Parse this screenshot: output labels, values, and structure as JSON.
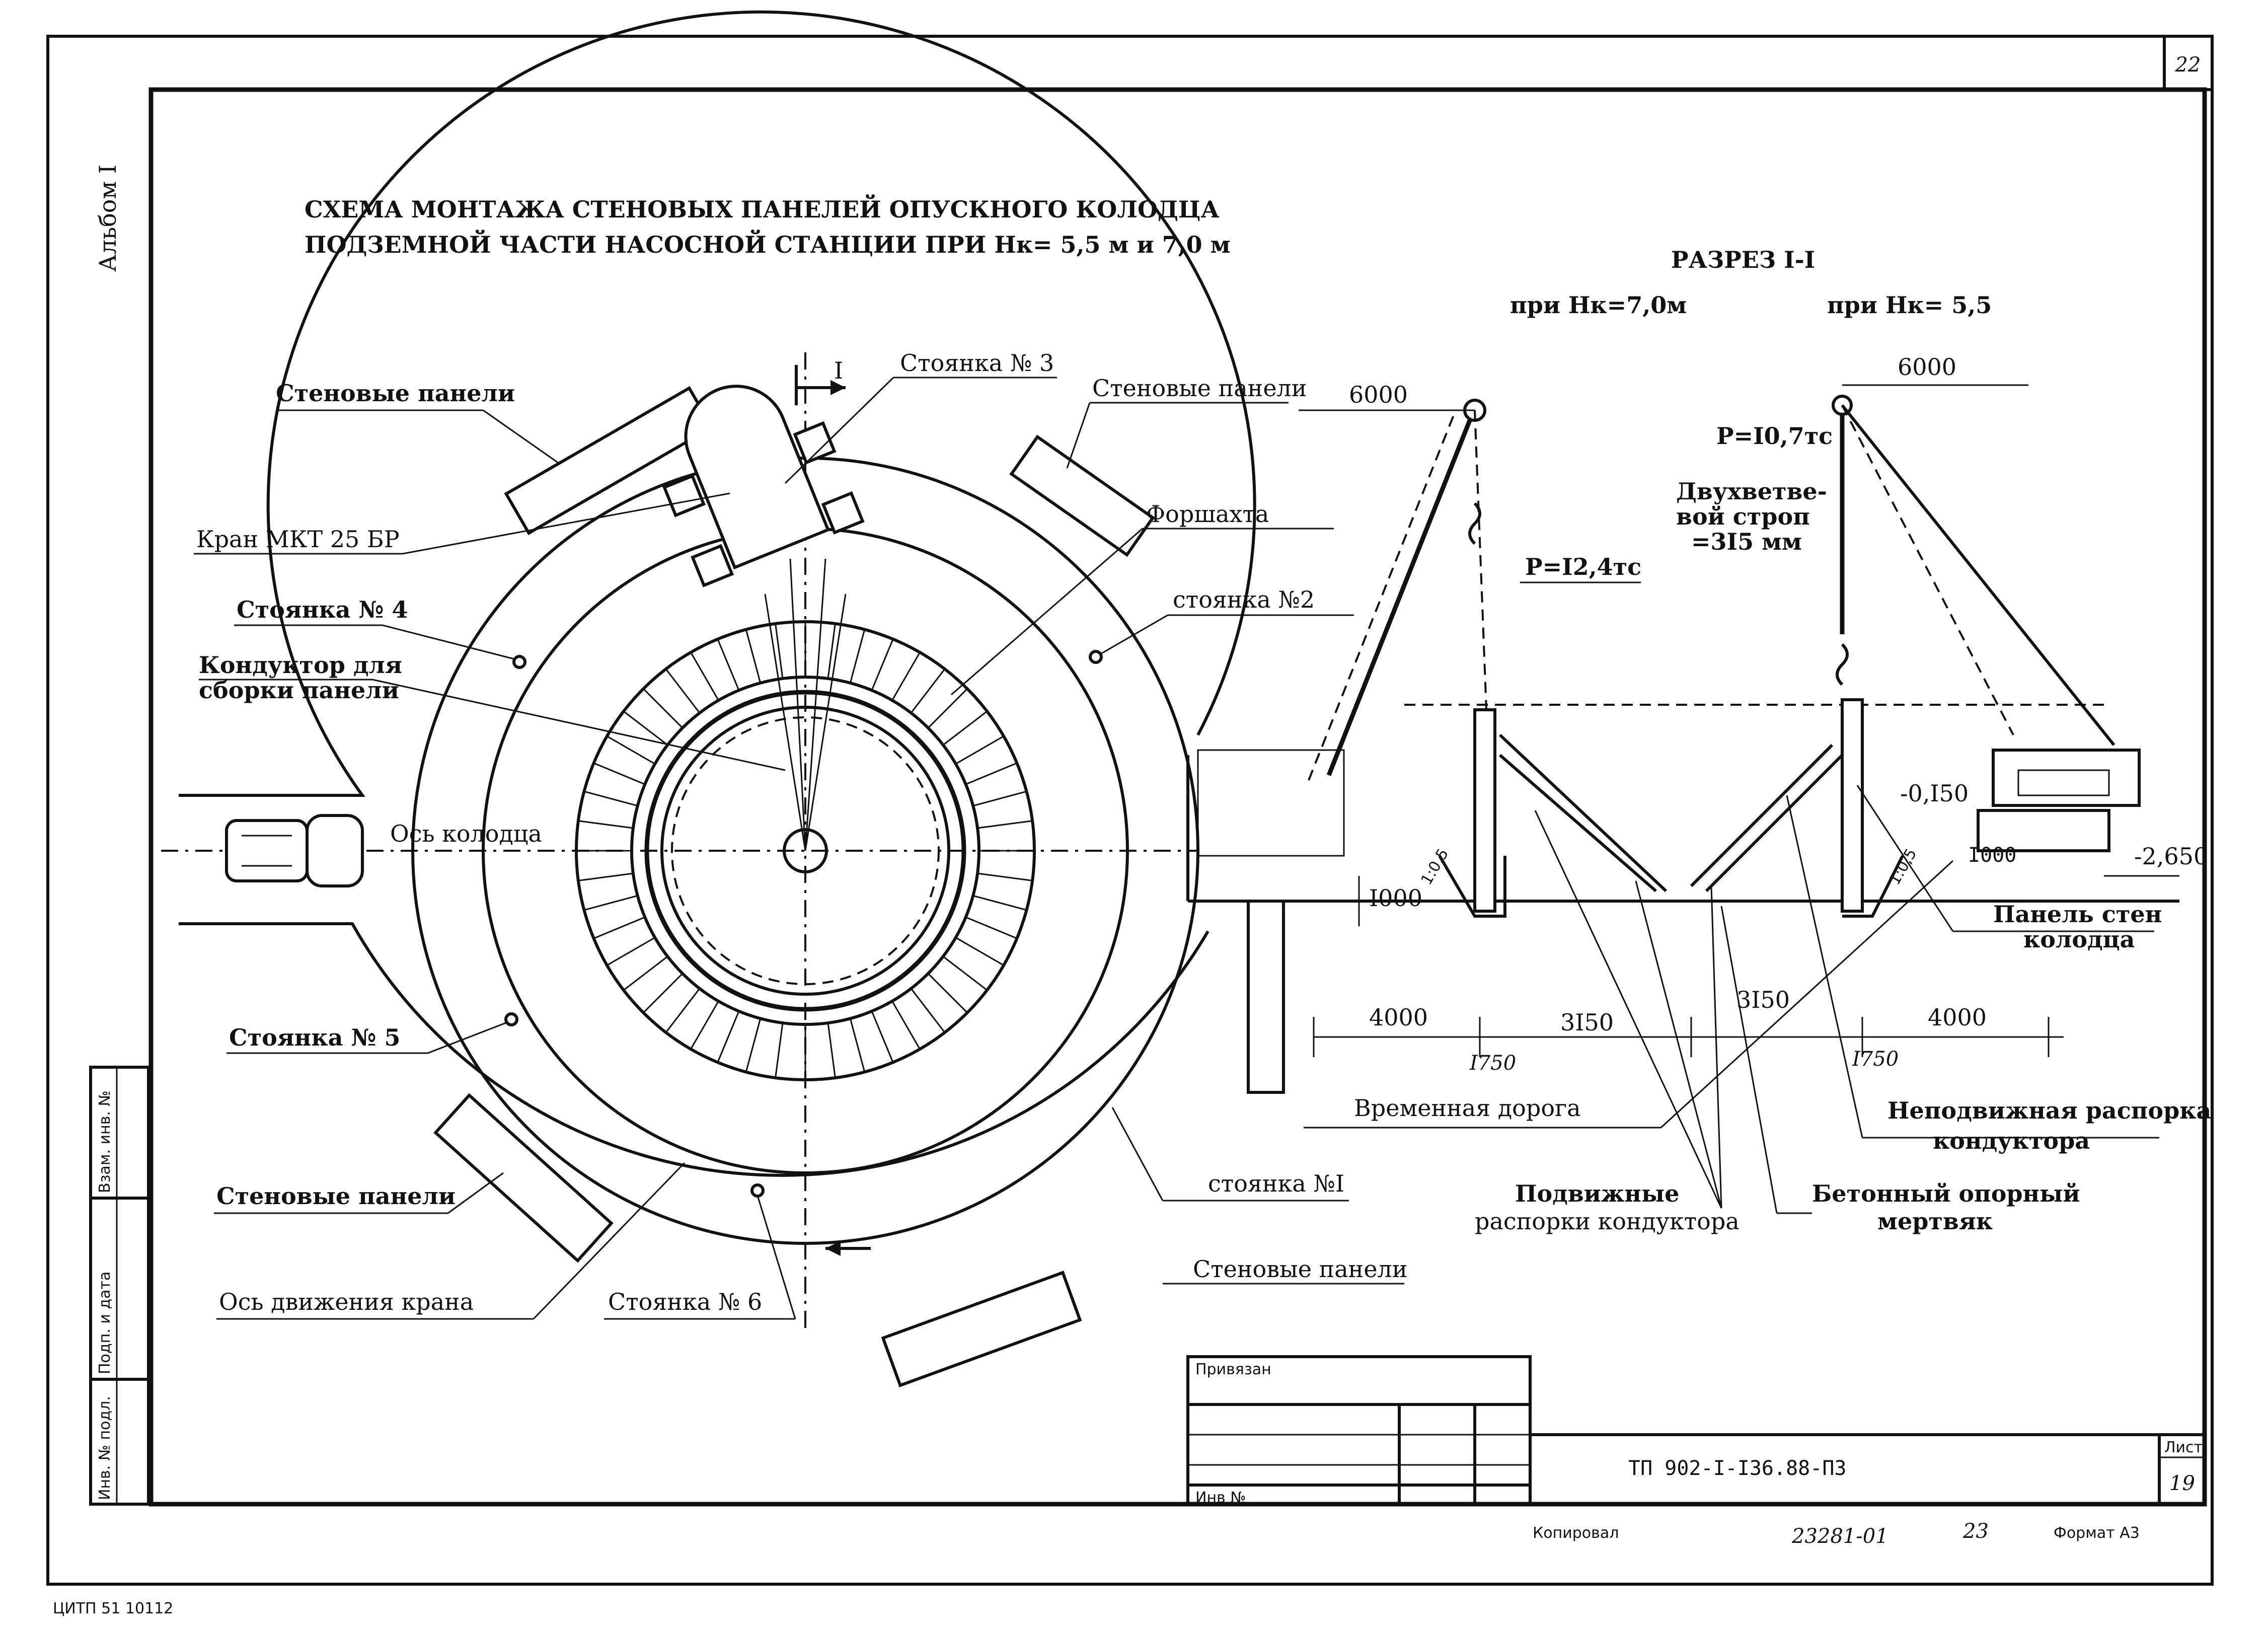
{
  "sheet": {
    "page_number": "22",
    "album": "Альбом I",
    "stamp": "ЦИТП  51 10112"
  },
  "title": {
    "line1": "СХЕМА МОНТАЖА СТЕНОВЫХ ПАНЕЛЕЙ ОПУСКНОГО КОЛОДЦА",
    "line2": "ПОДЗЕМНОЙ ЧАСТИ НАСОСНОЙ СТАНЦИИ ПРИ Нк= 5,5 м и 7,0 м"
  },
  "plan": {
    "section_mark": "I",
    "labels": {
      "wall_panels_1": "Стеновые панели",
      "wall_panels_2": "Стеновые панели",
      "wall_panels_3": "Стеновые панели",
      "wall_panels_4": "Стеновые панели",
      "crane": "Кран МКТ 25 БР",
      "stand_1": "стоянка №I",
      "stand_2": "стоянка №2",
      "stand_3": "Стоянка № 3",
      "stand_4": "Стоянка № 4",
      "stand_5": "Стоянка № 5",
      "stand_6": "Стоянка № 6",
      "forshakhta": "Форшахта",
      "jig_line1": "Кондуктор для",
      "jig_line2": "сборки панели",
      "well_axis": "Ось колодца",
      "crane_axis": "Ось движения крана"
    }
  },
  "section": {
    "title": "РАЗРЕЗ I-I",
    "left_case": "при Нк=7,0м",
    "right_case": "при Нк= 5,5",
    "dim_6000_left": "6000",
    "dim_6000_right": "6000",
    "load_left": "Р=I2,4тс",
    "load_right": "Р=I0,7тс",
    "sling_line1": "Двухветве-",
    "sling_line2": "вой строп",
    "sling_line3": "=3I5 мм",
    "slope_left": "1:0,5",
    "slope_right": "1:0,5",
    "dim_1000_left": "I000",
    "dim_1000_right": "I000",
    "level_1": "-0,I50",
    "level_2": "-2,650",
    "dim_4000_left": "4000",
    "dim_3150_left": "3I50",
    "dim_3150_right": "3I50",
    "dim_4000_right": "4000",
    "dim_1750_left": "I750",
    "dim_1750_right": "I750",
    "labels": {
      "panel_line1": "Панель стен",
      "panel_line2": "колодца",
      "temp_road": "Временная дорога",
      "fixed_brace_line1": "Неподвижная распорка",
      "fixed_brace_line2": "кондуктора",
      "movable_line1": "Подвижные",
      "movable_line2": "распорки кондуктора",
      "anchor_line1": "Бетонный опорный",
      "anchor_line2": "мертвяк"
    }
  },
  "side_stamp": {
    "cell1": "Взам. инв. №",
    "cell2": "Подп. и дата",
    "cell3": "Инв. № подл."
  },
  "title_block": {
    "bound": "Привязан",
    "inv": "Инв №",
    "code": "ТП 902-I-I36.88-ПЗ",
    "sheet_label": "Лист",
    "sheet_no": "19",
    "copied": "Копировал",
    "handwritten": "23281-01",
    "handwritten_2": "23",
    "format": "Формат А3"
  }
}
